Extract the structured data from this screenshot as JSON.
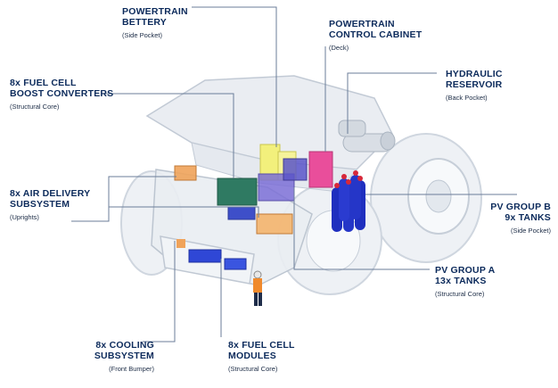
{
  "colors": {
    "label": "#0b2a5b",
    "leader": "#6b7d99",
    "battery": "#f2f07c",
    "cabinet": "#e94e9b",
    "fuel_cell": "#2f7a62",
    "air_delivery": "#f0a35a",
    "tanks": "#1f2fbf",
    "cooling": "#2f47d6"
  },
  "callouts": [
    {
      "id": "powertrain-battery",
      "title_lines": [
        "POWERTRAIN",
        "BETTERY"
      ],
      "subtitle": "(Side Pocket)"
    },
    {
      "id": "powertrain-control-cabinet",
      "title_lines": [
        "POWERTRAIN",
        "CONTROL CABINET"
      ],
      "subtitle": "(Deck)"
    },
    {
      "id": "hydraulic-reservoir",
      "title_lines": [
        "HYDRAULIC",
        "RESERVOIR"
      ],
      "subtitle": "(Back Pocket)"
    },
    {
      "id": "fuel-cell-boost-converters",
      "title_lines": [
        "8x FUEL CELL",
        "BOOST CONVERTERS"
      ],
      "subtitle": "(Structural Core)"
    },
    {
      "id": "air-delivery-subsystem",
      "title_lines": [
        "8x AIR DELIVERY",
        "SUBSYSTEM"
      ],
      "subtitle": "(Uprights)"
    },
    {
      "id": "pv-group-b",
      "title_lines": [
        "PV GROUP B",
        "9x TANKS"
      ],
      "subtitle": "(Side Pocket)"
    },
    {
      "id": "pv-group-a",
      "title_lines": [
        "PV GROUP A",
        "13x TANKS"
      ],
      "subtitle": "(Structural Core)"
    },
    {
      "id": "cooling-subsystem",
      "title_lines": [
        "8x COOLING",
        "SUBSYSTEM"
      ],
      "subtitle": "(Front Bumper)"
    },
    {
      "id": "fuel-cell-modules",
      "title_lines": [
        "8x FUEL CELL",
        "MODULES"
      ],
      "subtitle": "(Structural Core)"
    }
  ]
}
